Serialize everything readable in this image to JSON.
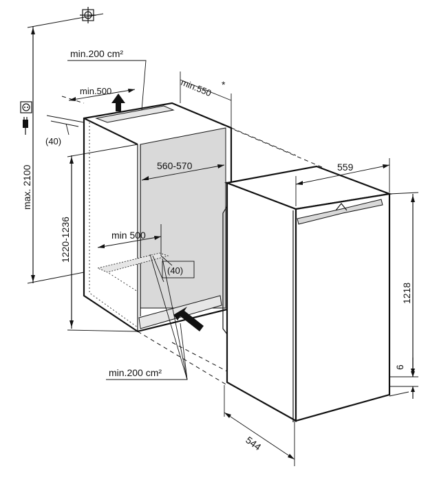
{
  "labels": {
    "min_area_top": "min.200 cm²",
    "min_area_bottom": "min.200 cm²",
    "min_width_top": "min.500",
    "min_depth_side": "min.550",
    "asterisk": "*",
    "gap_top": "(40)",
    "gap_inner": "(40)",
    "max_height": "max. 2100",
    "niche_height": "1220-1236",
    "niche_width": "560-570",
    "min_width_inner": "min 500",
    "appliance_width": "559",
    "appliance_height": "1218",
    "plinth_gap": "6",
    "appliance_depth": "544"
  },
  "icons": {
    "ground": "earth-ground-icon",
    "socket": "power-socket-icon",
    "plug": "power-plug-icon",
    "arrow_up": "airflow-up-arrow-icon",
    "arrow_in": "airflow-inlet-arrow-icon"
  },
  "colors": {
    "line": "#111111",
    "niche_interior": "#d9d9d9",
    "vent_fill": "#e6e6e6"
  }
}
